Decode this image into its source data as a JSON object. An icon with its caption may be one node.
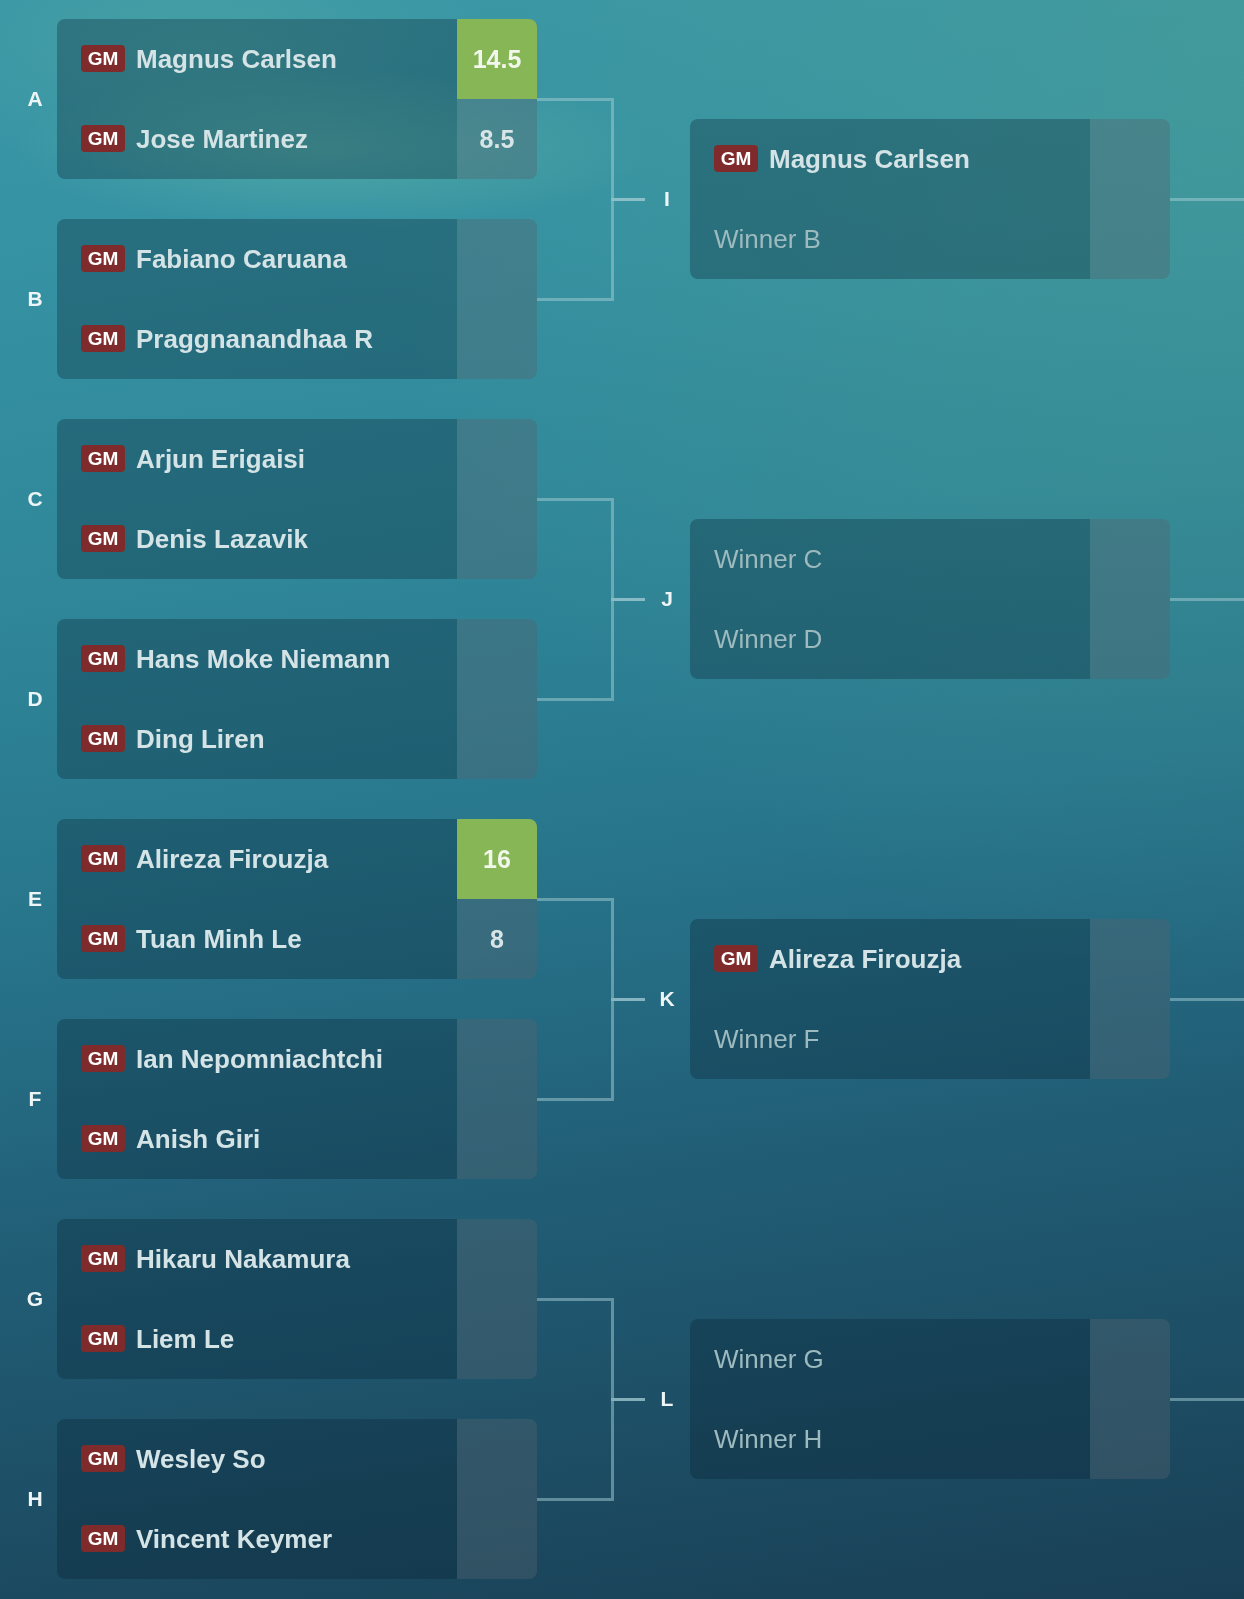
{
  "diagram": {
    "nodes": [
      {
        "text": [
          "Magnus Carlsen",
          "Jose Martinez"
        ],
        "beside": [
          "A"
        ]
      },
      {
        "text": [
          "GM"
        ],
        "in": 0
      },
      {
        "text": [
          "14.5"
        ],
        "in": 0
      },
      {
        "text": [
          "GM"
        ],
        "in": 0
      },
      {
        "text": [
          "8.5"
        ],
        "in": 0
      },
      {
        "text": [
          "Fabiano Caruana",
          "Praggnanandhaa R"
        ],
        "beside": [
          "B"
        ]
      },
      {
        "text": [
          "GM"
        ],
        "in": 5
      },
      {
        "text": [
          "GM"
        ],
        "in": 5
      },
      {
        "text": [
          "Arjun Erigaisi",
          "Denis Lazavik"
        ],
        "beside": [
          "C"
        ]
      },
      {
        "text": [
          "GM"
        ],
        "in": 8
      },
      {
        "text": [
          "GM"
        ],
        "in": 8
      },
      {
        "text": [
          "Hans Moke Niemann",
          "Ding Liren"
        ],
        "beside": [
          "D"
        ]
      },
      {
        "text": [
          "GM"
        ],
        "in": 11
      },
      {
        "text": [
          "GM"
        ],
        "in": 11
      },
      {
        "text": [
          "Alireza Firouzja",
          "Tuan Minh Le"
        ],
        "beside": [
          "E"
        ]
      },
      {
        "text": [
          "GM"
        ],
        "in": 14
      },
      {
        "text": [
          "16"
        ],
        "in": 14
      },
      {
        "text": [
          "GM"
        ],
        "in": 14
      },
      {
        "text": [
          "8"
        ],
        "in": 14
      },
      {
        "text": [
          "Ian Nepomniachtchi",
          "Anish Giri"
        ],
        "beside": [
          "F"
        ]
      },
      {
        "text": [
          "GM"
        ],
        "in": 19
      },
      {
        "text": [
          "GM"
        ],
        "in": 19
      },
      {
        "text": [
          "Hikaru Nakamura",
          "Liem Le"
        ],
        "beside": [
          "G"
        ]
      },
      {
        "text": [
          "GM"
        ],
        "in": 22
      },
      {
        "text": [
          "GM"
        ],
        "in": 22
      },
      {
        "text": [
          "Wesley So",
          "Vincent Keymer"
        ],
        "beside": [
          "H"
        ]
      },
      {
        "text": [
          "GM"
        ],
        "in": 25
      },
      {
        "text": [
          "GM"
        ],
        "in": 25
      },
      {
        "text": [
          "Magnus Carlsen",
          "Winner B"
        ],
        "beside": [
          "I"
        ]
      },
      {
        "text": [
          "GM"
        ],
        "in": 28
      },
      {
        "text": [
          "Winner C",
          "Winner D"
        ],
        "beside": [
          "J"
        ]
      },
      {
        "text": [
          "Alireza Firouzja",
          "Winner F"
        ],
        "beside": [
          "K"
        ]
      },
      {
        "text": [
          "GM"
        ],
        "in": 31
      },
      {
        "text": [
          "Winner G",
          "Winner H"
        ],
        "beside": [
          "L"
        ]
      }
    ],
    "edges": [
      {
        "from": 0,
        "to": 28,
        "arrow": "none"
      },
      {
        "from": 5,
        "to": 28,
        "arrow": "none"
      },
      {
        "from": 8,
        "to": 30,
        "arrow": "none"
      },
      {
        "from": 11,
        "to": 30,
        "arrow": "none"
      },
      {
        "from": 14,
        "to": 31,
        "arrow": "none"
      },
      {
        "from": 19,
        "to": 31,
        "arrow": "none"
      },
      {
        "from": 22,
        "to": 33,
        "arrow": "none"
      },
      {
        "from": 25,
        "to": 33,
        "arrow": "none"
      },
      {
        "from": 28,
        "to": null,
        "arrow": "none"
      },
      {
        "from": 30,
        "to": null,
        "arrow": "none"
      },
      {
        "from": 31,
        "to": null,
        "arrow": "none"
      },
      {
        "from": 33,
        "to": null,
        "arrow": "none"
      }
    ]
  }
}
